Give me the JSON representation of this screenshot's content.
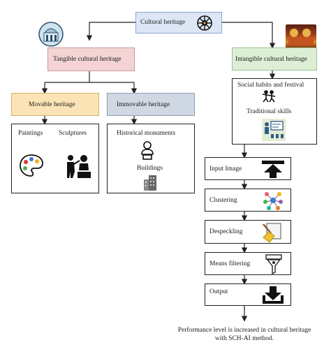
{
  "nodes": {
    "root": "Cultural heritage",
    "tangible": "Tangible cultural heritage",
    "intangible": "Intangible cultural heritage",
    "movable": "Movable heritage",
    "immovable": "Immovable heritage",
    "paintings": "Paintings",
    "sculptures": "Sculptures",
    "historical": "Historical monuments",
    "buildings": "Buildings",
    "social": "Social habits and festival",
    "traditional": "Traditional skills"
  },
  "steps": [
    "Input Image",
    "Clustering",
    "Despeckling",
    "Means filtering",
    "Output"
  ],
  "caption": [
    "Performance level is increased in cultural heritage",
    "with SCH-AI method."
  ],
  "colors": {
    "root_fill": "#dce6f5",
    "root_border": "#8aa6d0",
    "tangible_fill": "#f3d3d3",
    "tangible_border": "#c99",
    "intangible_fill": "#dcefd6",
    "intangible_border": "#9bc08e",
    "movable_fill": "#fbe3b5",
    "movable_border": "#d8b06a",
    "immovable_fill": "#cfd8e3",
    "immovable_border": "#8d9cb0"
  }
}
